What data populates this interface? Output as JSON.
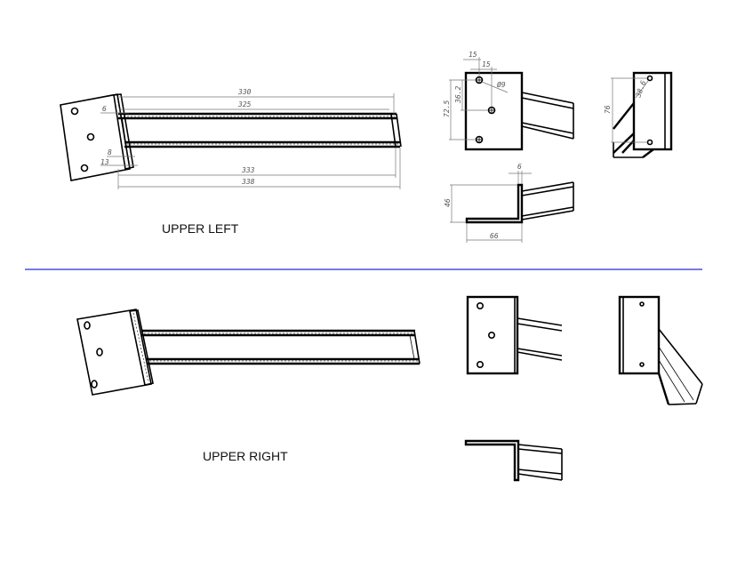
{
  "views": {
    "upper_left": {
      "label": "UPPER LEFT",
      "dimensions": {
        "d330": "330",
        "d325": "325",
        "d6": "6",
        "d8": "8",
        "d13": "13",
        "d333": "333",
        "d338": "338"
      }
    },
    "detail_front": {
      "dimensions": {
        "d15a": "15",
        "d15b": "15",
        "d72_5": "72.5",
        "d36_2": "36.2",
        "hole": "Ø9"
      }
    },
    "detail_side": {
      "dimensions": {
        "d76": "76",
        "d38_6": "38.6"
      }
    },
    "detail_profile": {
      "dimensions": {
        "d6": "6",
        "d46": "46",
        "d66": "66"
      }
    },
    "upper_right": {
      "label": "UPPER RIGHT"
    }
  },
  "colors": {
    "divider": "#2a2ad0",
    "line": "#000000"
  }
}
